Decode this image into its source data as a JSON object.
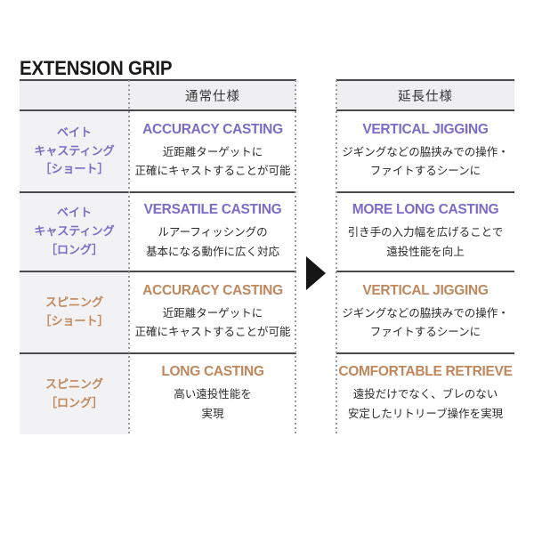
{
  "page": {
    "title": "EXTENSION GRIP"
  },
  "table": {
    "col_headers": {
      "normal": "通常仕様",
      "extended": "延長仕様"
    },
    "rows": [
      {
        "theme": "purple",
        "label": "ベイト\nキャスティング\n［ショート］",
        "normal": {
          "heading": "ACCURACY CASTING",
          "desc": "近距離ターゲットに\n正確にキャストすることが可能"
        },
        "extended": {
          "heading": "VERTICAL JIGGING",
          "desc": "ジギングなどの脇挟みでの操作・\nファイトするシーンに"
        }
      },
      {
        "theme": "purple",
        "label": "ベイト\nキャスティング\n［ロング］",
        "normal": {
          "heading": "VERSATILE CASTING",
          "desc": "ルアーフィッシングの\n基本になる動作に広く対応"
        },
        "extended": {
          "heading": "MORE LONG CASTING",
          "desc": "引き手の入力幅を広げることで\n遠投性能を向上"
        }
      },
      {
        "theme": "brown",
        "label": "スピニング\n［ショート］",
        "normal": {
          "heading": "ACCURACY CASTING",
          "desc": "近距離ターゲットに\n正確にキャストすることが可能"
        },
        "extended": {
          "heading": "VERTICAL JIGGING",
          "desc": "ジギングなどの脇挟みでの操作・\nファイトするシーンに"
        }
      },
      {
        "theme": "brown",
        "label": "スピニング\n［ロング］",
        "normal": {
          "heading": "LONG CASTING",
          "desc": "高い遠投性能を\n実現"
        },
        "extended": {
          "heading": "COMFORTABLE RETRIEVE",
          "desc": "遠投だけでなく、ブレのない\n安定したリトリーブ操作を実現"
        }
      }
    ],
    "colors": {
      "purple_accent": "#7d6bc8",
      "brown_accent": "#c0875c",
      "rule_line": "#4a4a4c",
      "header_bg": "#efeff1",
      "label_col_bg": "#f2f2f4",
      "dotted_line": "#9b9b9b",
      "body_text": "#2b2b2b",
      "title_text": "#1a1a1a",
      "arrow": "#161616"
    }
  }
}
